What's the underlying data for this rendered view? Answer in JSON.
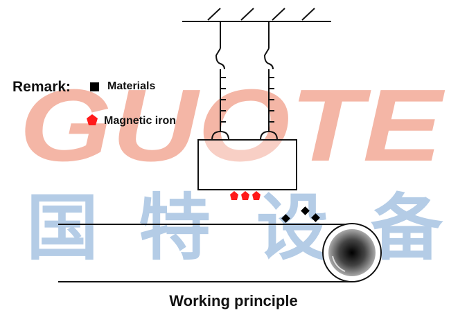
{
  "watermark": {
    "latin": "GUOTE",
    "cjk": [
      "国",
      "特",
      "设",
      "备"
    ],
    "latin_color": "#f4b6a6",
    "cjk_color": "#b4cce6"
  },
  "legend": {
    "title": "Remark:",
    "items": [
      {
        "label": "Materials",
        "icon": "black-square-icon",
        "color": "#000000"
      },
      {
        "label": "Magnetic iron",
        "icon": "red-pentagon-icon",
        "color": "#ff1a1a"
      }
    ]
  },
  "caption": "Working principle",
  "colors": {
    "line": "#111111",
    "iron": "#ff1a1a",
    "material": "#000000"
  }
}
